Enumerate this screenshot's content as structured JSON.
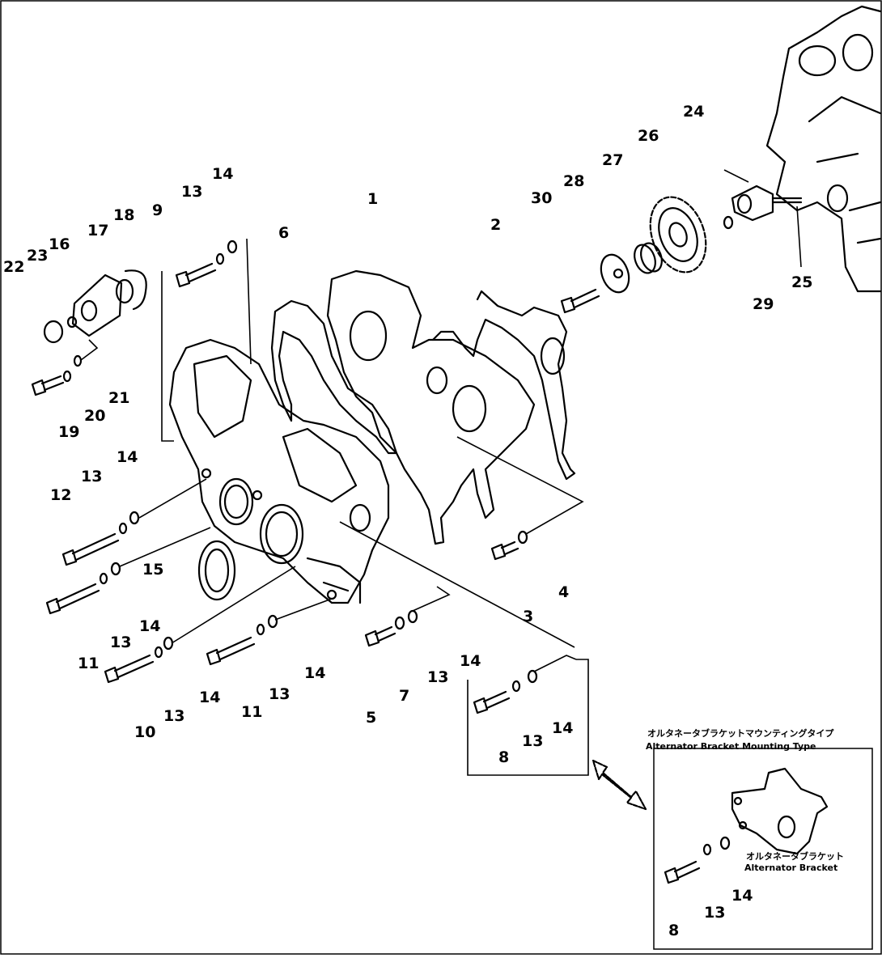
{
  "diagram": {
    "callouts": [
      "1",
      "2",
      "3",
      "4",
      "5",
      "6",
      "7",
      "8",
      "9",
      "10",
      "11",
      "12",
      "13",
      "14",
      "15",
      "16",
      "17",
      "18",
      "19",
      "20",
      "21",
      "22",
      "23",
      "24",
      "25",
      "26",
      "27",
      "28",
      "29",
      "30"
    ],
    "inset": {
      "type_jp": "オルタネータブラケットマウンティングタイプ",
      "type_en": "Alternator Bracket Mounting Type",
      "bracket_jp": "オルタネータブラケット",
      "bracket_en": "Alternator Bracket"
    }
  }
}
